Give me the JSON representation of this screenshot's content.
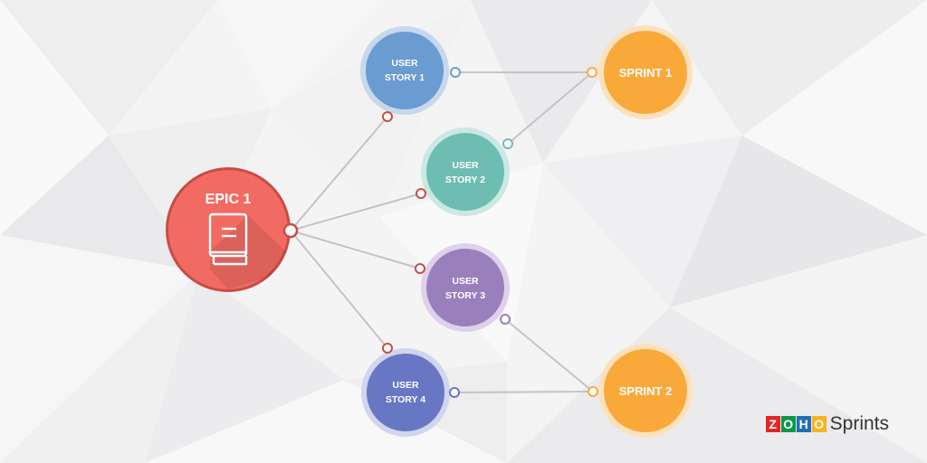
{
  "diagram": {
    "epic": {
      "label": "EPIC 1",
      "color": "#f26b62",
      "icon": "book-icon"
    },
    "stories": [
      {
        "line1": "USER",
        "line2": "STORY 1",
        "color": "#6a9bd1"
      },
      {
        "line1": "USER",
        "line2": "STORY 2",
        "color": "#6dbdb2"
      },
      {
        "line1": "USER",
        "line2": "STORY 3",
        "color": "#9a7fbd"
      },
      {
        "line1": "USER",
        "line2": "STORY 4",
        "color": "#6777c4"
      }
    ],
    "sprints": [
      {
        "label": "SPRINT 1",
        "color": "#f9a93a"
      },
      {
        "label": "SPRINT 2",
        "color": "#f9a93a"
      }
    ]
  },
  "brand": {
    "letters": [
      "Z",
      "O",
      "H",
      "O"
    ],
    "letter_colors": [
      "#e42527",
      "#089949",
      "#226db4",
      "#f9b21d"
    ],
    "product": "Sprints"
  }
}
